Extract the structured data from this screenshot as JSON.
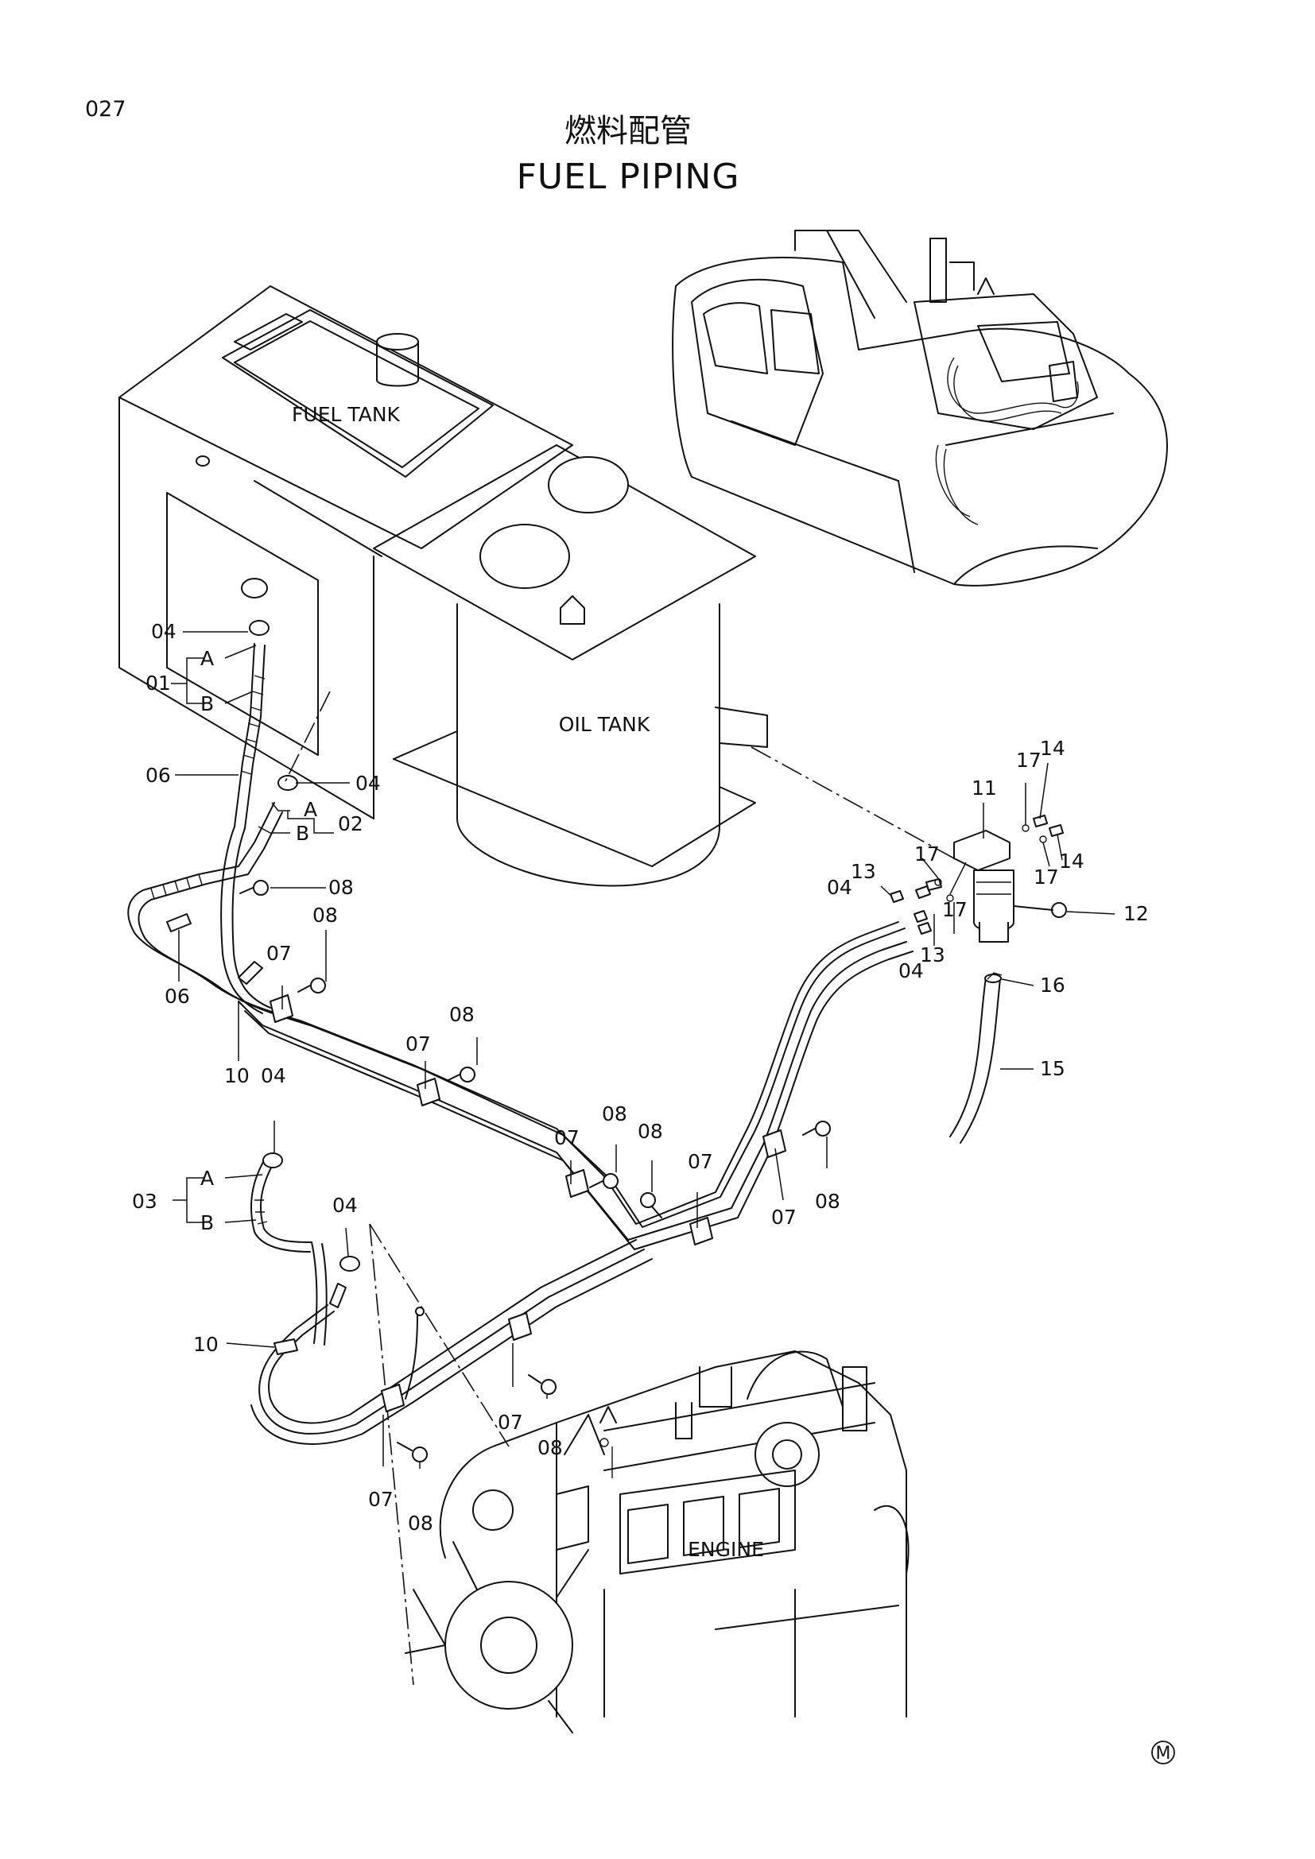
{
  "page_number": "027",
  "title_jp": "燃料配管",
  "title_en": "FUEL PIPING",
  "components": {
    "fuel_tank": "FUEL TANK",
    "oil_tank": "OIL TANK",
    "engine": "ENGINE"
  },
  "callouts": {
    "c01": "01",
    "c02": "02",
    "c03": "03",
    "c04a": "04",
    "c04b": "04",
    "c04c": "04",
    "c04d": "04",
    "c04e": "04",
    "c04f": "04",
    "c06a": "06",
    "c06b": "06",
    "c07a": "07",
    "c07b": "07",
    "c07c": "07",
    "c07d": "07",
    "c07e": "07",
    "c07f": "07",
    "c07g": "07",
    "c08a": "08",
    "c08b": "08",
    "c08c": "08",
    "c08d": "08",
    "c08e": "08",
    "c08f": "08",
    "c08g": "08",
    "c08h": "08",
    "c10a": "10",
    "c10b": "10",
    "c11": "11",
    "c12": "12",
    "c13a": "13",
    "c13b": "13",
    "c14a": "14",
    "c14b": "14",
    "c15": "15",
    "c16": "16",
    "c17a": "17",
    "c17b": "17",
    "c17c": "17",
    "c17d": "17",
    "a1": "A",
    "b1": "B",
    "a2": "A",
    "b2": "B",
    "a3": "A",
    "b3": "B"
  },
  "copyright_mark": "M"
}
